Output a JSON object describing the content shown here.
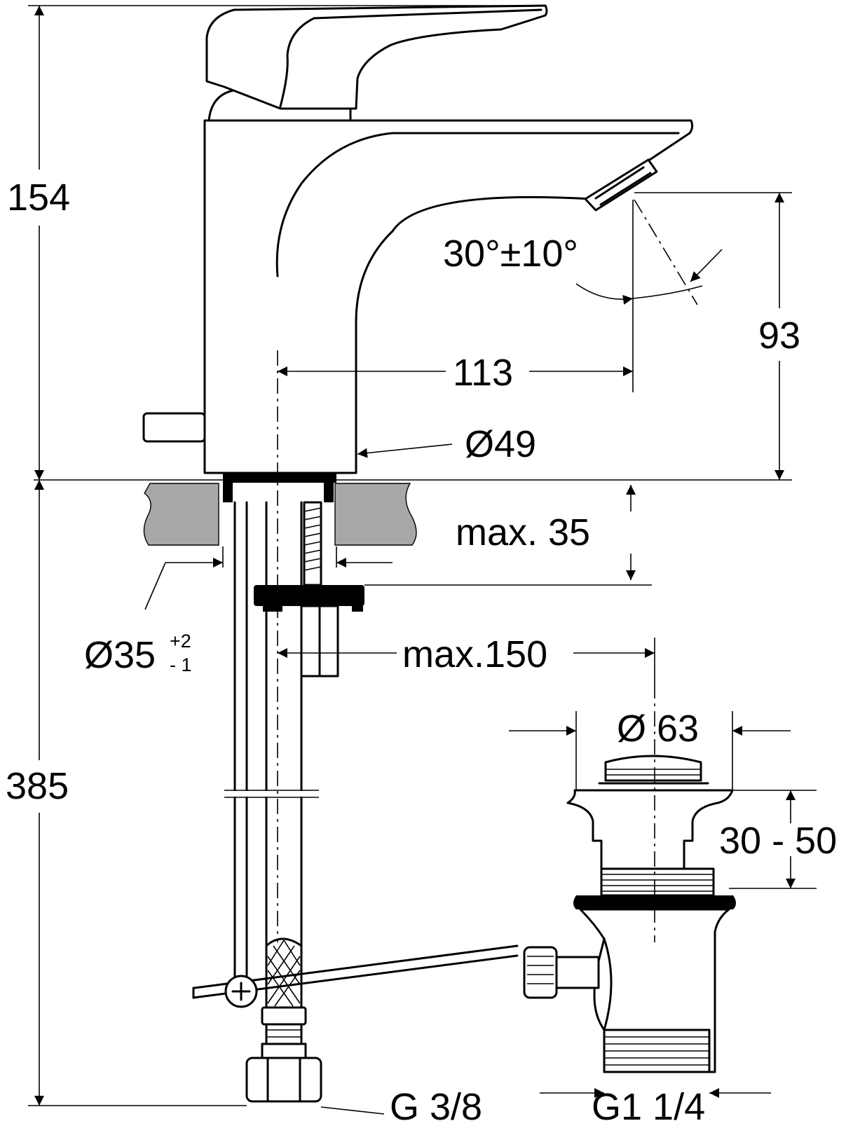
{
  "dimensions": {
    "height_above_deck": "154",
    "spout_height": "93",
    "spout_reach": "113",
    "body_diameter": "Ø49",
    "jet_angle": "30°±10°",
    "deck_thickness": "max. 35",
    "hole_diameter": "Ø35",
    "hole_tol_plus": "+2",
    "hole_tol_minus": "- 1",
    "pullrod_distance": "max.150",
    "waste_diameter": "Ø 63",
    "waste_range": "30 - 50",
    "hose_length": "385",
    "hose_thread": "G 3/8",
    "waste_thread": "G1 1/4"
  },
  "colors": {
    "line": "#000000",
    "section_fill": "#a8a8a8",
    "background": "#ffffff"
  }
}
